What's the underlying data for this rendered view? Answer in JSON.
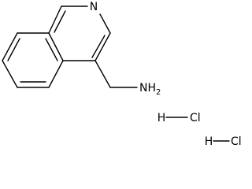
{
  "molecule": {
    "ring_nitrogen": "N",
    "amine_group": "NH2",
    "salt": [
      {
        "h": "H",
        "cl": "Cl"
      },
      {
        "h": "H",
        "cl": "Cl"
      }
    ]
  }
}
